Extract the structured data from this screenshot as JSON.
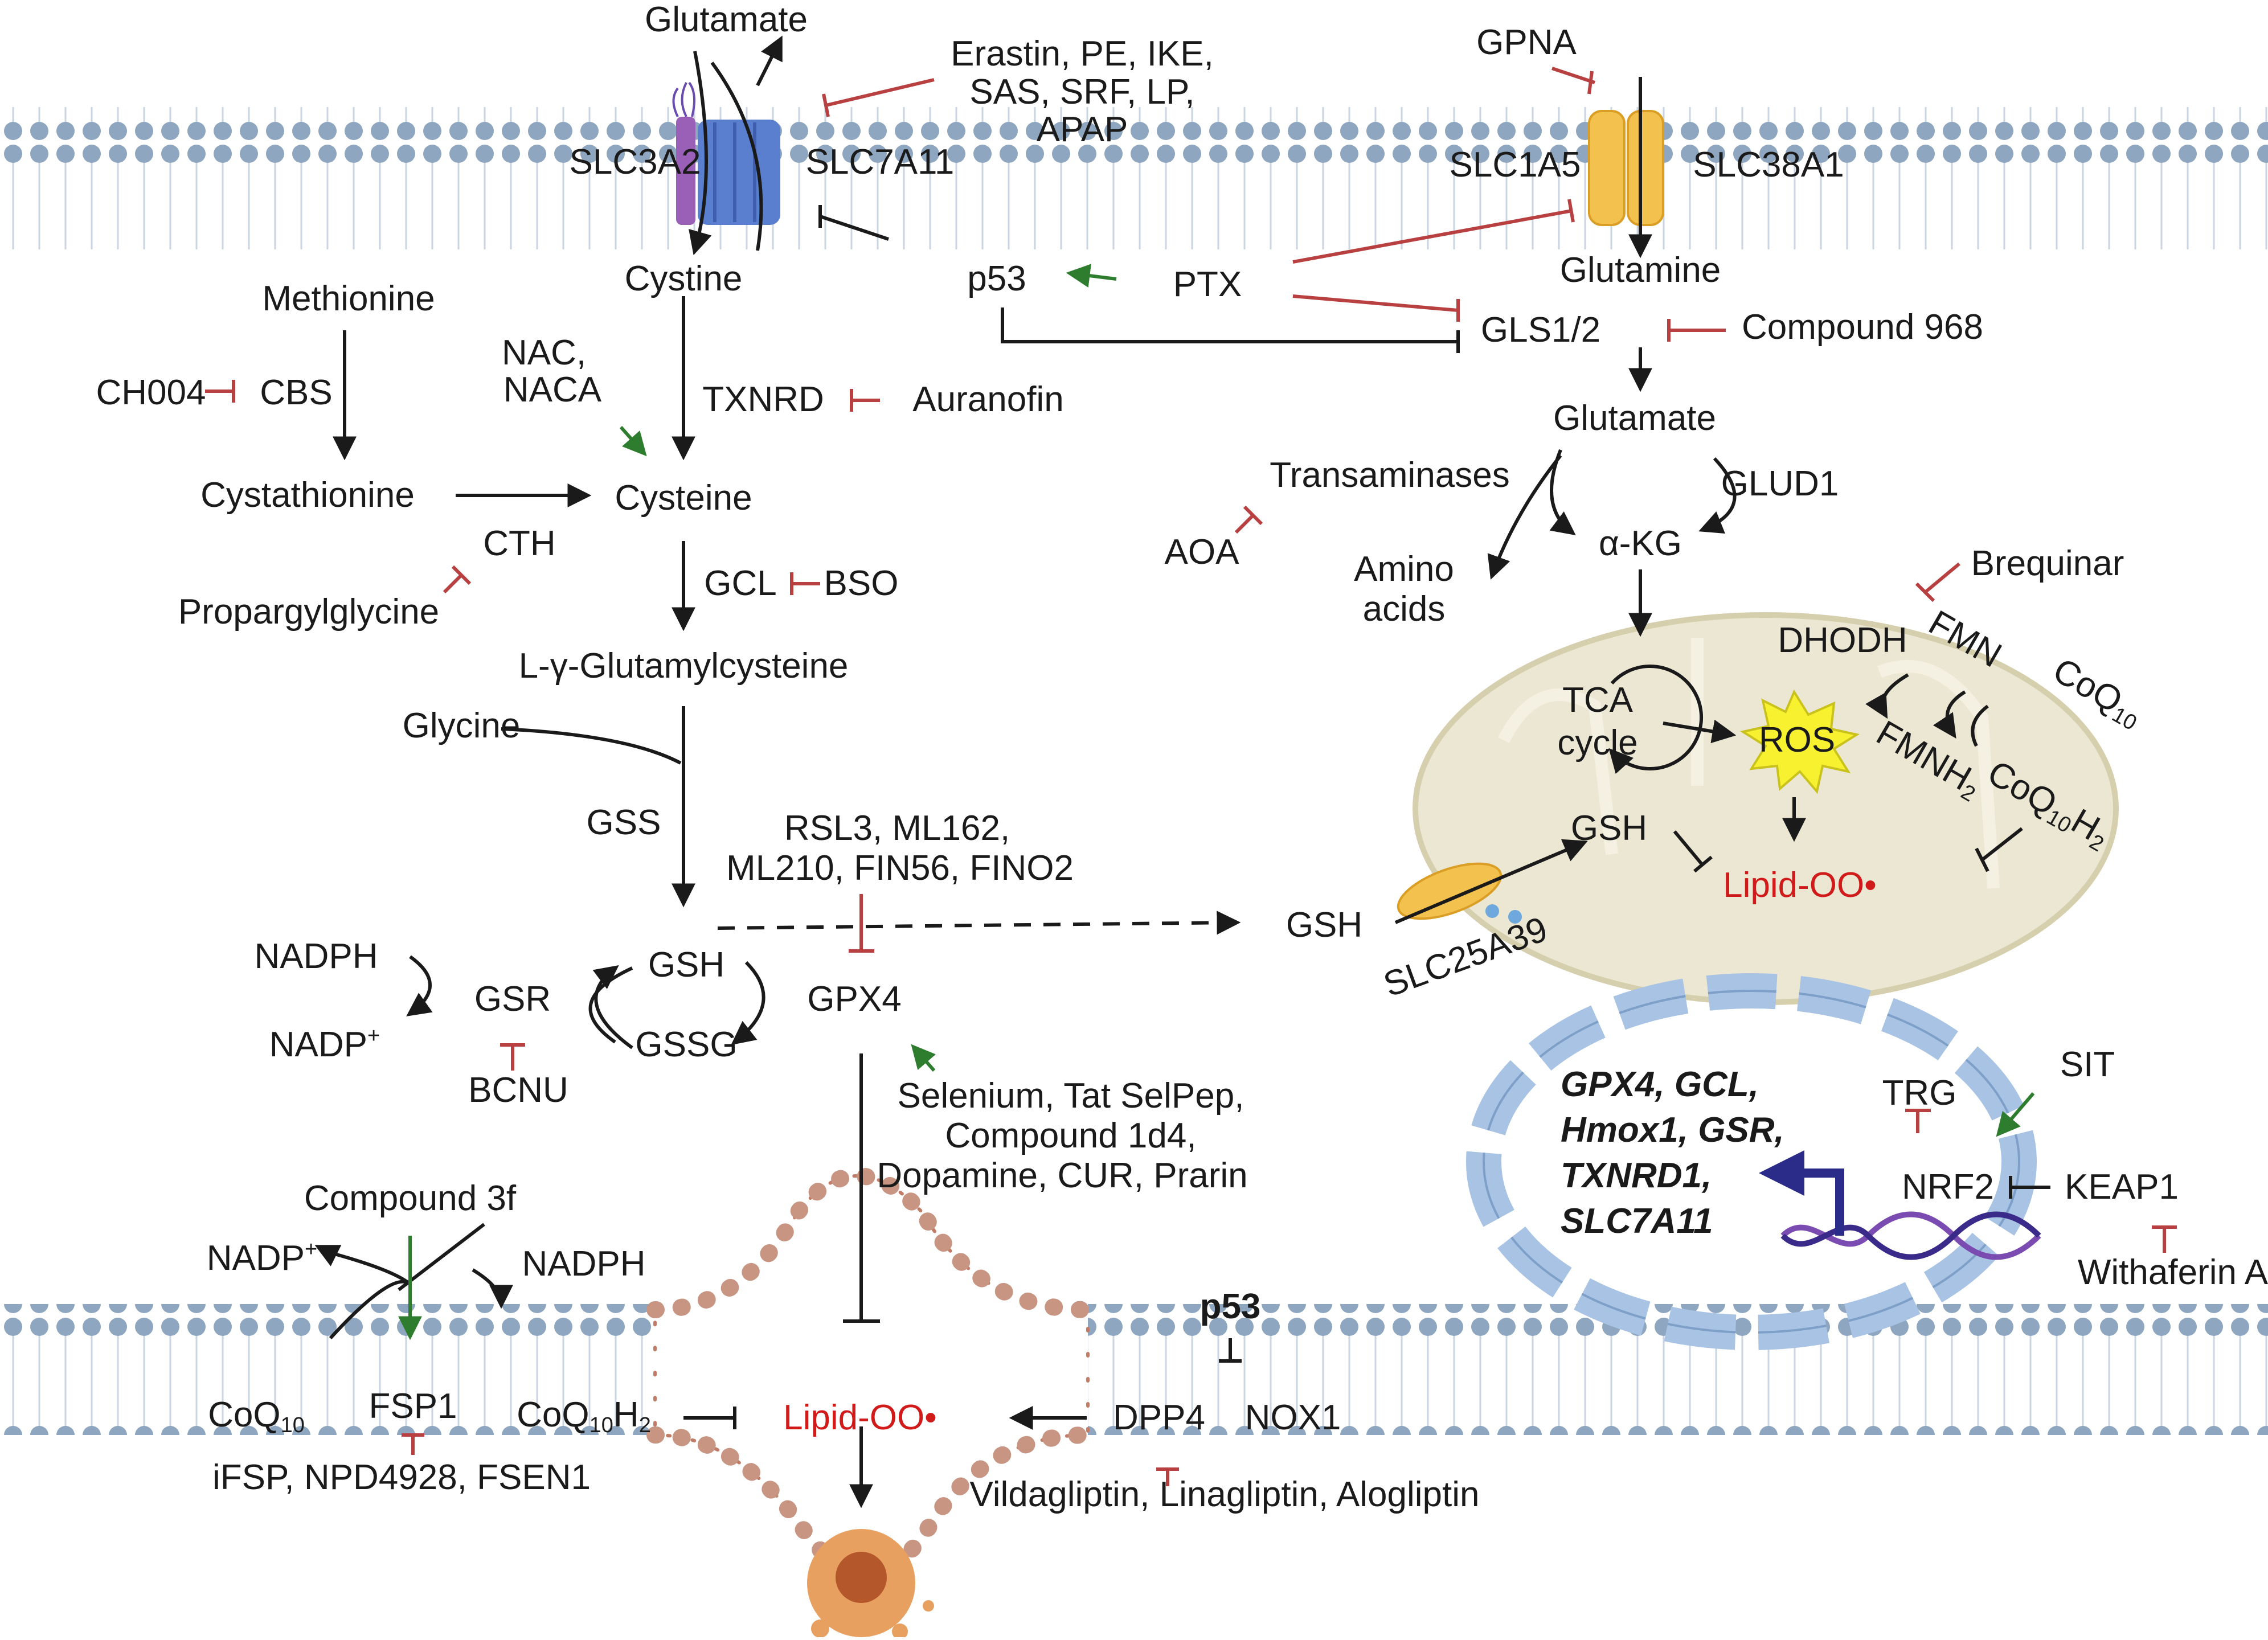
{
  "colors": {
    "inhibit": "#b84040",
    "activate": "#2e7d2e",
    "membrane": "#a7bdd1",
    "bead": "#8ea6bf",
    "mito": "#ebe7d2",
    "nucleus": "#a8c3e3",
    "red_text": "#d11a1a",
    "transporter_orange": "#f2c14e",
    "transporter_blue": "#5a7fcf",
    "transporter_purple": "#9a5fb6"
  },
  "labels": {
    "glutamate_top": "Glutamate",
    "inhibitors_xc": [
      "Erastin, PE, IKE,",
      "SAS, SRF, LP,",
      "APAP"
    ],
    "gpna": "GPNA",
    "slc3a2": "SLC3A2",
    "slc7a11": "SLC7A11",
    "slc1a5": "SLC1A5",
    "slc38a1": "SLC38A1",
    "cystine": "Cystine",
    "p53_top": "p53",
    "ptx": "PTX",
    "glutamine": "Glutamine",
    "methionine": "Methionine",
    "ch004": "CH004",
    "cbs": "CBS",
    "nac": [
      "NAC,",
      "NACA"
    ],
    "txnrd": "TXNRD",
    "auranofin": "Auranofin",
    "gls12": "GLS1/2",
    "compound968": "Compound 968",
    "glutamate_mid": "Glutamate",
    "cystathionine": "Cystathionine",
    "cysteine": "Cysteine",
    "transaminases": "Transaminases",
    "glud1": "GLUD1",
    "cth": "CTH",
    "aoa": "AOA",
    "akg": "α-KG",
    "amino_acids": [
      "Amino",
      "acids"
    ],
    "brequinar": "Brequinar",
    "propargylglycine": "Propargylglycine",
    "gcl": "GCL",
    "bso": "BSO",
    "dhodh": "DHODH",
    "fmn": "FMN",
    "coq10_mito": "CoQ",
    "coq10_sub": "10",
    "fmnh2": "FMNH",
    "fmnh2_sub": "2",
    "coq10h2_mito": "CoQ",
    "coq10h2_sub1": "10",
    "coq10h2_h": "H",
    "coq10h2_sub2": "2",
    "tca": [
      "TCA",
      "cycle"
    ],
    "ros": "ROS",
    "lgg": "L-γ-Glutamylcysteine",
    "glycine": "Glycine",
    "gss": "GSS",
    "gpx4_inhibitors": [
      "RSL3, ML162,",
      "ML210, FIN56, FINO2"
    ],
    "gsh_mito": "GSH",
    "lipid_oo_mito": "Lipid-OO•",
    "gsh_cyto": "GSH",
    "slc25a39": "SLC25A39",
    "nadph_left": "NADPH",
    "gsr": "GSR",
    "gsh_cycle": "GSH",
    "gpx4": "GPX4",
    "nadp_left": "NADP",
    "nadp_plus": "+",
    "gssg": "GSSG",
    "bcnu": "BCNU",
    "gpx4_activators": [
      "Selenium, Tat SelPep,",
      "Compound 1d4,",
      "Dopamine, CUR,  Prarin"
    ],
    "trg": "TRG",
    "sit": "SIT",
    "nucleus_genes": [
      "GPX4, GCL,",
      "Hmox1, GSR,",
      "TXNRD1,",
      "SLC7A11"
    ],
    "nrf2": "NRF2",
    "keap1": "KEAP1",
    "withaferin": "Withaferin A",
    "compound3f": "Compound 3f",
    "nadp_fsp": "NADP",
    "nadph_fsp": "NADPH",
    "p53_bottom": "p53",
    "coq10_bottom": "CoQ",
    "coq10_bottom_sub": "10",
    "fsp1": "FSP1",
    "coq10h2_bottom": "CoQ",
    "coq10h2_bottom_sub1": "10",
    "coq10h2_bottom_h": "H",
    "coq10h2_bottom_sub2": "2",
    "lipid_oo_bottom": "Lipid-OO•",
    "dpp4": "DPP4",
    "nox1": "NOX1",
    "fsp1_inhibitors": "iFSP, NPD4928, FSEN1",
    "dpp4_inhibitors": "Vildagliptin, Linagliptin, Alogliptin"
  }
}
